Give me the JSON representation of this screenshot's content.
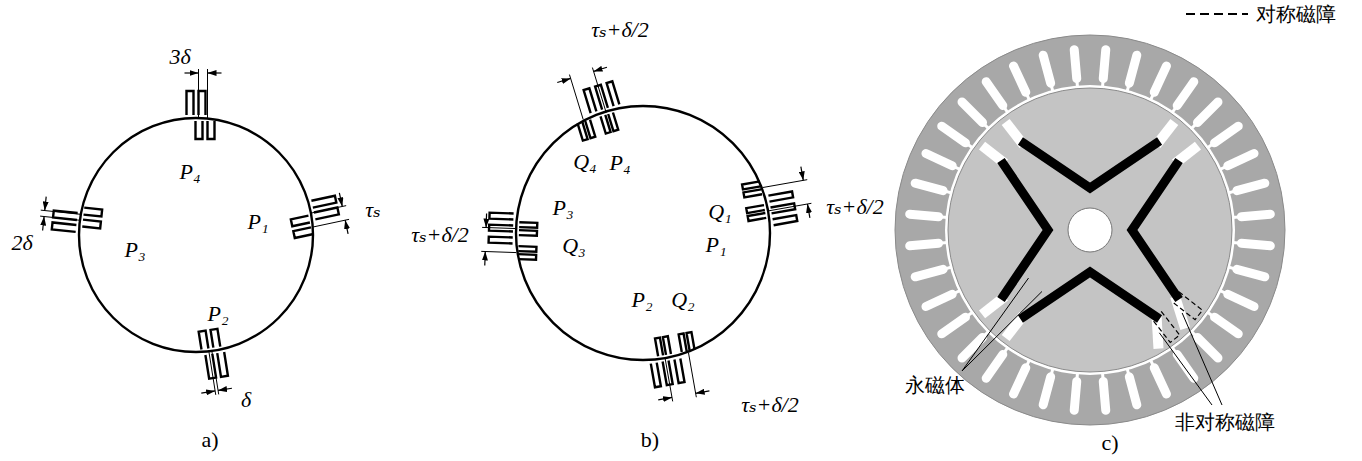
{
  "diagram": {
    "labels": [
      "3δ",
      "P₄",
      "τₛ",
      "P₁",
      "2δ",
      "P₃",
      "P₂",
      "δ",
      "a)",
      "τₛ+δ/2",
      "Q₄",
      "P₄",
      "Q₁",
      "P₁",
      "τₛ+δ/2",
      "P₃",
      "Q₃",
      "τₛ+δ/2",
      "P₂",
      "Q₂",
      "τₛ+δ/2",
      "b)",
      "永磁体",
      "非对称磁障",
      "c)"
    ],
    "legend": [
      {
        "text": "对称磁障"
      }
    ]
  }
}
